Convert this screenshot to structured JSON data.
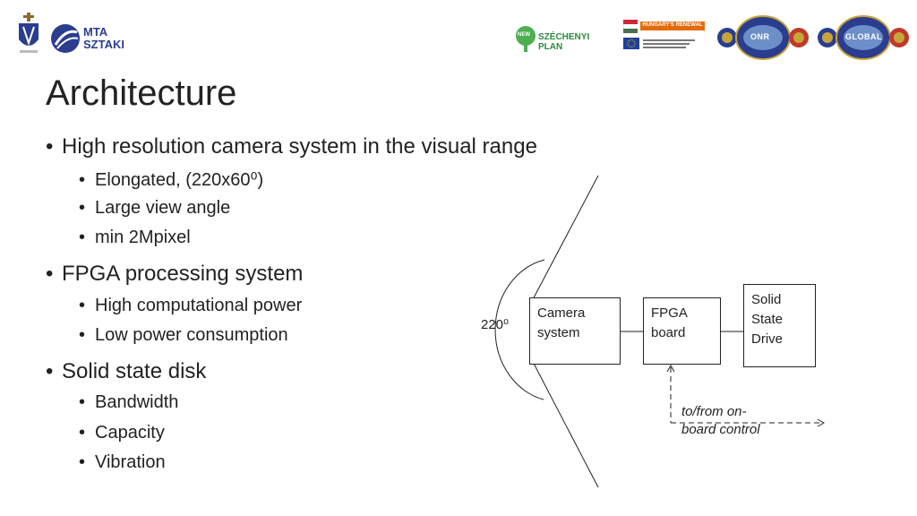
{
  "header": {
    "logo_left_text_line1": "MTA",
    "logo_left_text_line2": "SZTAKI",
    "szechenyi_badge": "NEW",
    "szechenyi_text": "SZÉCHENYI PLAN",
    "hungary_banner": "HUNGARY'S RENEWAL",
    "seal_onr": "ONR",
    "seal_global": "GLOBAL"
  },
  "title": "Architecture",
  "bullets": [
    {
      "text": "High resolution camera system in the visual range",
      "subs": [
        "Elongated, (220x60⁰)",
        "Large view angle",
        "min 2Mpixel"
      ]
    },
    {
      "text": "FPGA processing system",
      "subs": [
        "High computational power",
        "Low power consumption"
      ]
    },
    {
      "text": "Solid state disk",
      "subs": [
        "Bandwidth",
        "Capacity",
        "Vibration"
      ]
    }
  ],
  "bullet_char": "•",
  "diagram": {
    "angle_label": "220⁰",
    "camera_box": "Camera\nsystem",
    "fpga_box": "FPGA\nboard",
    "ssd_box": "Solid\nState\nDrive",
    "control_note": "to/from on-\nboard control"
  }
}
